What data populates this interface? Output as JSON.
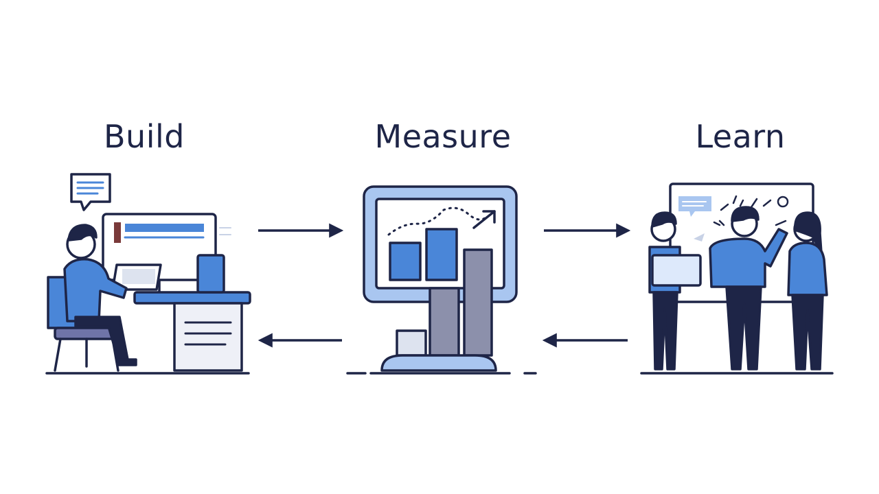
{
  "stages": [
    {
      "label": "Build"
    },
    {
      "label": "Measure"
    },
    {
      "label": "Learn"
    }
  ],
  "colors": {
    "outline": "#1e2547",
    "accent": "#4a86d8",
    "accent_light": "#dde9fb",
    "gray_bar": "#8c90ab",
    "background": "#ffffff"
  },
  "icons": [
    "build-workstation-icon",
    "measure-chart-monitor-icon",
    "learn-team-whiteboard-icon",
    "arrow-right-icon",
    "arrow-left-icon",
    "speech-bubble-icon"
  ]
}
